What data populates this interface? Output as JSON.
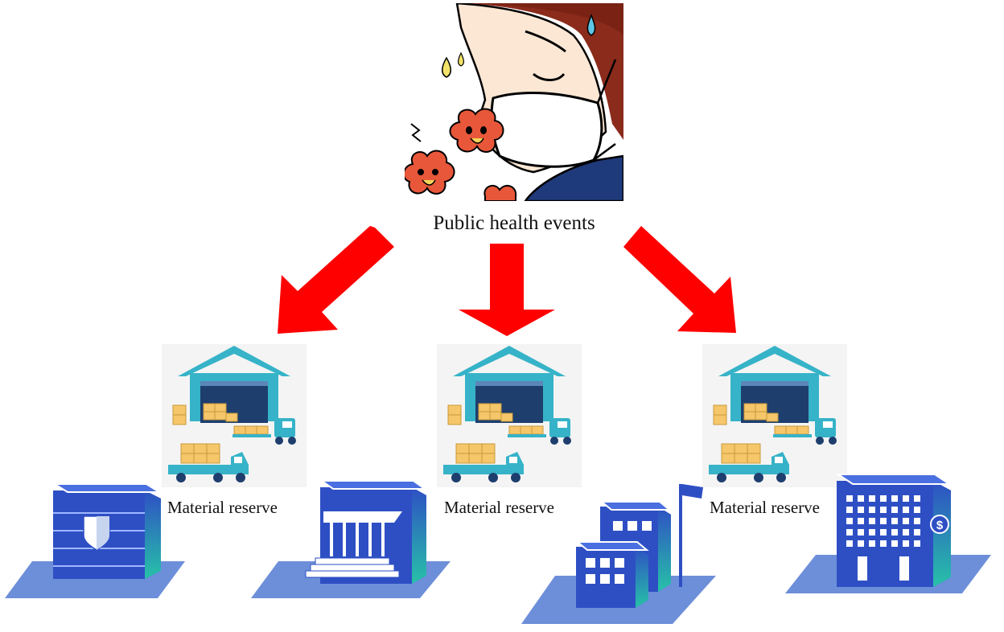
{
  "top": {
    "label": "Public health events",
    "illustration": "person-wearing-mask-with-virus-germs"
  },
  "arrows": {
    "color": "#ff0000",
    "count": 3
  },
  "warehouses": [
    {
      "label": "Material reserve",
      "icon": "warehouse-with-trucks-icon"
    },
    {
      "label": "Material reserve",
      "icon": "warehouse-with-trucks-icon"
    },
    {
      "label": "Material reserve",
      "icon": "warehouse-with-trucks-icon"
    }
  ],
  "buildings": [
    {
      "icon": "hospital-shield-building-icon"
    },
    {
      "icon": "government-pillar-building-icon"
    },
    {
      "icon": "school-flag-building-icon"
    },
    {
      "icon": "bank-dollar-building-icon"
    }
  ],
  "colors": {
    "arrow": "#ff0000",
    "building_blue": "#2e4fc4",
    "warehouse_roof": "#36b3c8",
    "box": "#f5c76a",
    "virus": "#e8573a",
    "base_plate": "#6d8fd9"
  }
}
